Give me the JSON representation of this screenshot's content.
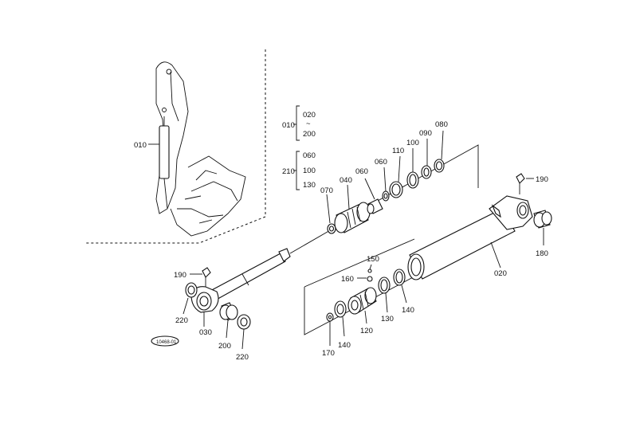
{
  "labels": {
    "p010": "010",
    "p020": "020",
    "p030": "030",
    "p040": "040",
    "p060a": "060",
    "p060b": "060",
    "p070": "070",
    "p080": "080",
    "p090": "090",
    "p100": "100",
    "p110": "110",
    "p120": "120",
    "p130": "130",
    "p140a": "140",
    "p140b": "140",
    "p150": "150",
    "p160": "160",
    "p170": "170",
    "p180": "180",
    "p190a": "190",
    "p190b": "190",
    "p200": "200",
    "p220a": "220",
    "p220b": "220",
    "g010": "010",
    "g010_a": "020",
    "g010_tilde": "~",
    "g010_b": "200",
    "g210": "210",
    "g210_a": "060",
    "g210_b": "100",
    "g210_c": "130",
    "stamp": "10468-01"
  }
}
